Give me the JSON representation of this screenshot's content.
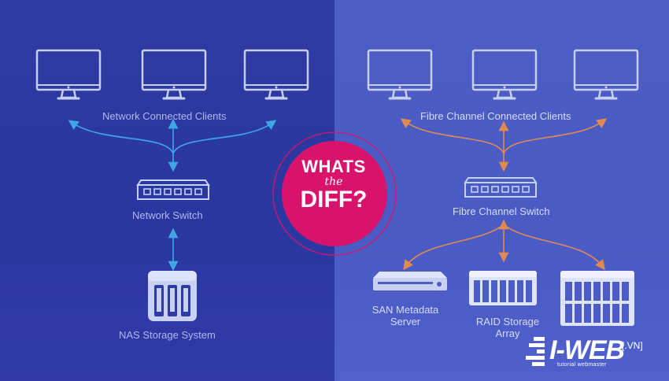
{
  "colors": {
    "left_bg": "#2d3ba2",
    "right_bg": "#4c5ec6",
    "icon_stroke": "#c7cff3",
    "blue_arrow": "#3fa6e6",
    "orange_arrow": "#e08a52",
    "badge_fill": "#d9126b",
    "badge_ring": "#d9126b"
  },
  "left": {
    "clients_label": "Network Connected Clients",
    "switch_label": "Network Switch",
    "storage_label": "NAS Storage System",
    "icons": [
      "monitor-icon",
      "monitor-icon",
      "monitor-icon",
      "network-switch-icon",
      "nas-icon"
    ]
  },
  "center": {
    "whats": "WHATS",
    "the": "the",
    "diff": "DIFF?"
  },
  "right": {
    "clients_label": "Fibre Channel Connected Clients",
    "switch_label": "Fibre Channel Switch",
    "san_label_1": "SAN Metadata",
    "san_label_2": "Server",
    "raid_label_1": "RAID Storage",
    "raid_label_2": "Array",
    "icons": [
      "monitor-icon",
      "monitor-icon",
      "monitor-icon",
      "fc-switch-icon",
      "rack-server-icon",
      "raid-array-icon",
      "raid-array-icon"
    ]
  },
  "watermark": {
    "name": "I-WEB",
    "tld": "[.VN]",
    "tagline": "tutorial webmaster"
  }
}
